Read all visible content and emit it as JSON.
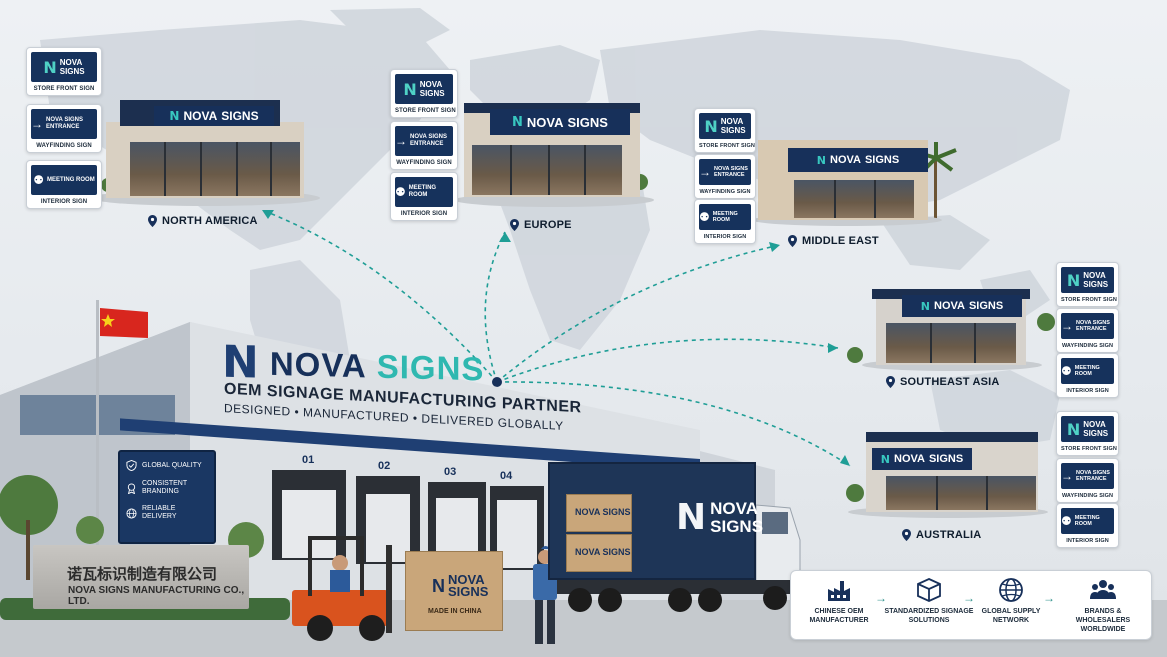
{
  "brand": {
    "name_n": "N",
    "name_nova": "NOVA",
    "name_signs": "SIGNS",
    "sign_nova": "NOVA",
    "sign_signs": "SIGNS",
    "tagline": "OEM SIGNAGE MANUFACTURING PARTNER",
    "subline": "DESIGNED • MANUFACTURED • DELIVERED GLOBALLY"
  },
  "sign_types": {
    "storefront": "STORE FRONT SIGN",
    "wayfinding": "WAYFINDING SIGN",
    "interior": "INTERIOR SIGN",
    "wayfinding_panel": "NOVA SIGNS ENTRANCE",
    "interior_panel": "MEETING ROOM"
  },
  "regions": {
    "north_america": "NORTH AMERICA",
    "europe": "EUROPE",
    "middle_east": "MIDDLE EAST",
    "southeast_asia": "SOUTHEAST ASIA",
    "australia": "AUSTRALIA"
  },
  "factory": {
    "doors": [
      "01",
      "02",
      "03",
      "04"
    ],
    "features": [
      "GLOBAL QUALITY",
      "CONSISTENT BRANDING",
      "RELIABLE DELIVERY"
    ],
    "stone_cn": "诺瓦标识制造有限公司",
    "stone_en": "NOVA SIGNS MANUFACTURING CO., LTD.",
    "crate_label": "NOVA SIGNS",
    "made_in": "MADE IN CHINA"
  },
  "supply_chain": [
    {
      "label": "CHINESE OEM MANUFACTURER",
      "icon": "factory-icon"
    },
    {
      "label": "STANDARDIZED SIGNAGE SOLUTIONS",
      "icon": "box-icon"
    },
    {
      "label": "GLOBAL SUPPLY NETWORK",
      "icon": "globe-icon"
    },
    {
      "label": "BRANDS & WHOLESALERS WORLDWIDE",
      "icon": "people-icon"
    }
  ],
  "colors": {
    "navy": "#17305a",
    "teal": "#2fb8b0",
    "route": "#1f9e96"
  }
}
